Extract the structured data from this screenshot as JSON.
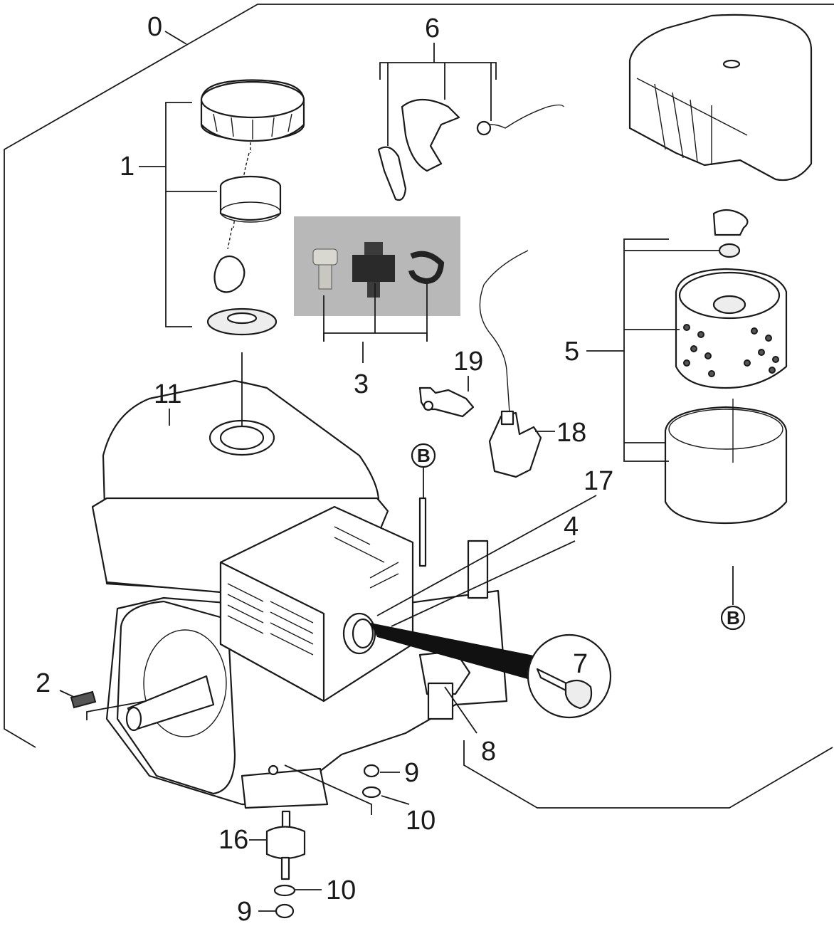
{
  "callouts": {
    "n0": "0",
    "n1": "1",
    "n2": "2",
    "n3": "3",
    "n4": "4",
    "n5": "5",
    "n6": "6",
    "n7": "7",
    "n8": "8",
    "n9a": "9",
    "n9b": "9",
    "n10a": "10",
    "n10b": "10",
    "n11": "11",
    "n16": "16",
    "n17": "17",
    "n18": "18",
    "n19": "19"
  },
  "markers": {
    "b_top": "B",
    "b_bottom": "B"
  },
  "icons": {
    "fuel_cap": "fuel-cap-icon",
    "air_cover": "air-cleaner-cover-icon",
    "air_filter": "air-filter-icon",
    "engine": "engine-icon",
    "photo": "bolts-photo-icon"
  }
}
